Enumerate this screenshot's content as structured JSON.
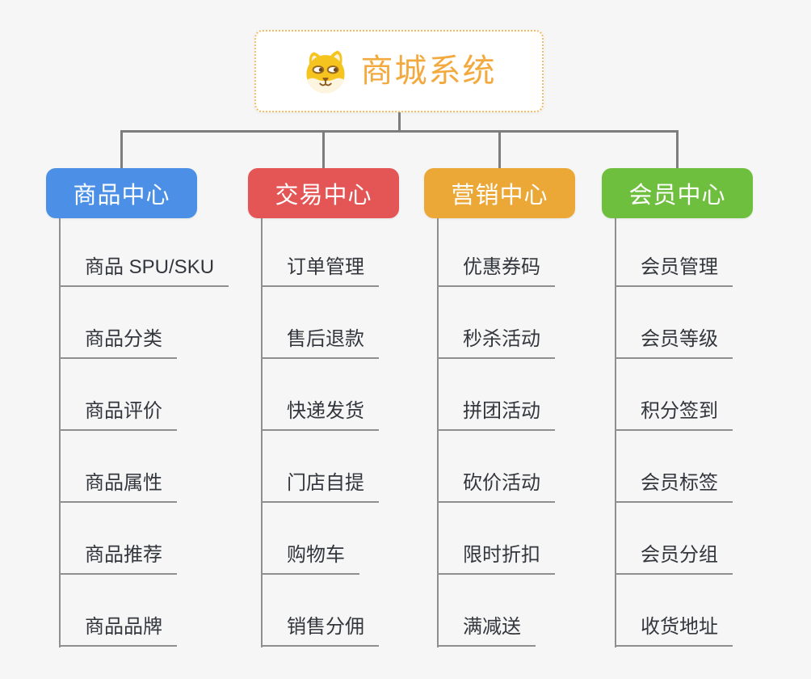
{
  "canvas": {
    "background": "#f6f6f6"
  },
  "root": {
    "label": "商城系统",
    "icon": "doge-icon",
    "text_color": "#f2a93e",
    "border_color": "#f5bc66"
  },
  "connector_color": "#7d7d7d",
  "leaf_line_color": "#8f8f8f",
  "branches": [
    {
      "label": "商品中心",
      "color": "#4b90e6",
      "items": [
        "商品 SPU/SKU",
        "商品分类",
        "商品评价",
        "商品属性",
        "商品推荐",
        "商品品牌"
      ]
    },
    {
      "label": "交易中心",
      "color": "#e35655",
      "items": [
        "订单管理",
        "售后退款",
        "快递发货",
        "门店自提",
        "购物车",
        "销售分佣"
      ]
    },
    {
      "label": "营销中心",
      "color": "#eba837",
      "items": [
        "优惠券码",
        "秒杀活动",
        "拼团活动",
        "砍价活动",
        "限时折扣",
        "满减送"
      ]
    },
    {
      "label": "会员中心",
      "color": "#6fbf3f",
      "items": [
        "会员管理",
        "会员等级",
        "积分签到",
        "会员标签",
        "会员分组",
        "收货地址"
      ]
    }
  ]
}
